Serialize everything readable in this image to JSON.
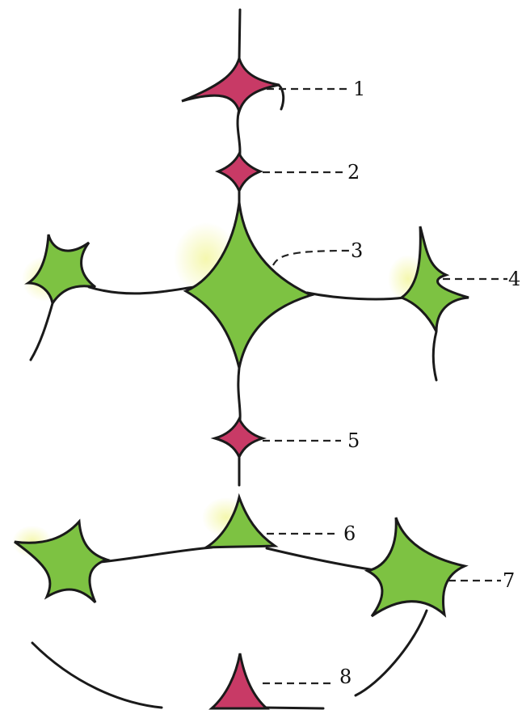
{
  "labels": [
    "1",
    "2",
    "3",
    "4",
    "5",
    "6",
    "7",
    "8"
  ],
  "colors": {
    "node_pink": "#c83a66",
    "node_green": "#7dc242",
    "halo_yellow": "#f3f6a0",
    "outline": "#1a1a1a"
  }
}
